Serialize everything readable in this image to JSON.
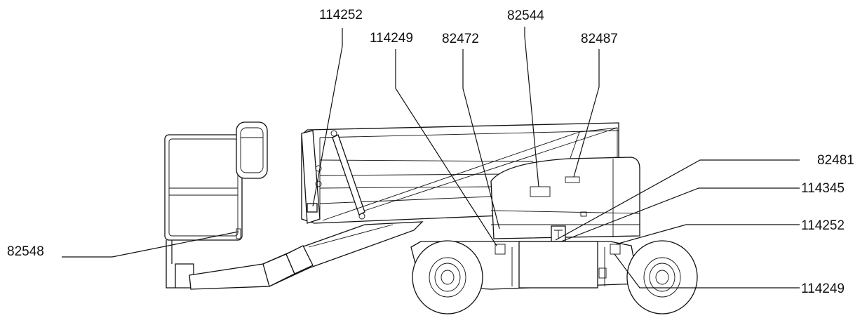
{
  "callouts": [
    {
      "id": "c1",
      "label": "114252"
    },
    {
      "id": "c2",
      "label": "114249"
    },
    {
      "id": "c3",
      "label": "82472"
    },
    {
      "id": "c4",
      "label": "82544"
    },
    {
      "id": "c5",
      "label": "82487"
    },
    {
      "id": "c6",
      "label": "82481"
    },
    {
      "id": "c7",
      "label": "114345"
    },
    {
      "id": "c8",
      "label": "114252"
    },
    {
      "id": "c9",
      "label": "114249"
    },
    {
      "id": "c10",
      "label": "82548"
    }
  ]
}
